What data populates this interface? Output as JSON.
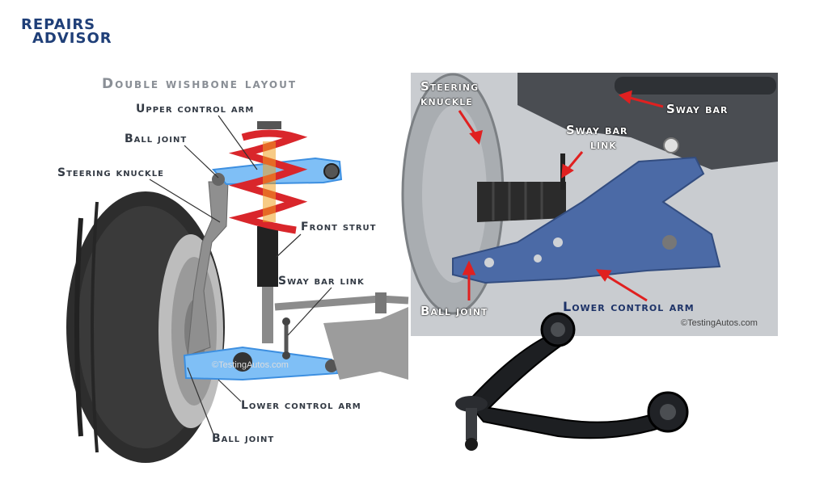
{
  "logo": {
    "line1": "REPAIRS",
    "line2": "ADVISOR"
  },
  "left_diagram": {
    "title": "Double wishbone layout",
    "labels": {
      "upper_control_arm": "Upper control arm",
      "ball_joint_top": "Ball joint",
      "steering_knuckle": "Steering knuckle",
      "front_strut": "Front strut",
      "sway_bar_link": "Sway bar link",
      "lower_control_arm": "Lower control arm",
      "ball_joint_bottom": "Ball joint"
    },
    "watermark": "©TestingAutos.com"
  },
  "right_photo": {
    "labels": {
      "steering_knuckle_1": "Steering",
      "steering_knuckle_2": "knuckle",
      "sway_bar": "Sway bar",
      "sway_bar_link_1": "Sway bar",
      "sway_bar_link_2": "link",
      "ball_joint": "Ball joint",
      "lower_control_arm": "Lower control arm"
    },
    "copyright": "©TestingAutos.com"
  },
  "colors": {
    "highlight_blue": "#5aa8f0",
    "arrow_red": "#e02020",
    "label_navy": "#1e3368"
  }
}
